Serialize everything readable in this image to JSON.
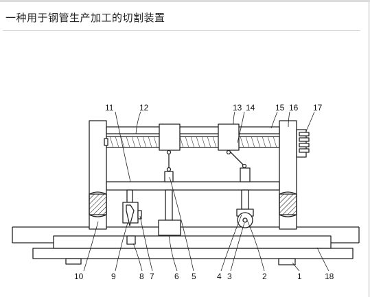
{
  "page": {
    "title": "一种用于钢管生产加工的切割装置"
  },
  "figure": {
    "labels": [
      {
        "id": "1",
        "text": "1"
      },
      {
        "id": "2",
        "text": "2"
      },
      {
        "id": "3",
        "text": "3"
      },
      {
        "id": "4",
        "text": "4"
      },
      {
        "id": "5",
        "text": "5"
      },
      {
        "id": "6",
        "text": "6"
      },
      {
        "id": "7",
        "text": "7"
      },
      {
        "id": "8",
        "text": "8"
      },
      {
        "id": "9",
        "text": "9"
      },
      {
        "id": "10",
        "text": "10"
      },
      {
        "id": "11",
        "text": "11"
      },
      {
        "id": "12",
        "text": "12"
      },
      {
        "id": "13",
        "text": "13"
      },
      {
        "id": "14",
        "text": "14"
      },
      {
        "id": "15",
        "text": "15"
      },
      {
        "id": "16",
        "text": "16"
      },
      {
        "id": "17",
        "text": "17"
      },
      {
        "id": "18",
        "text": "18"
      }
    ],
    "colors": {
      "line": "#222222",
      "background": "#ffffff"
    }
  }
}
